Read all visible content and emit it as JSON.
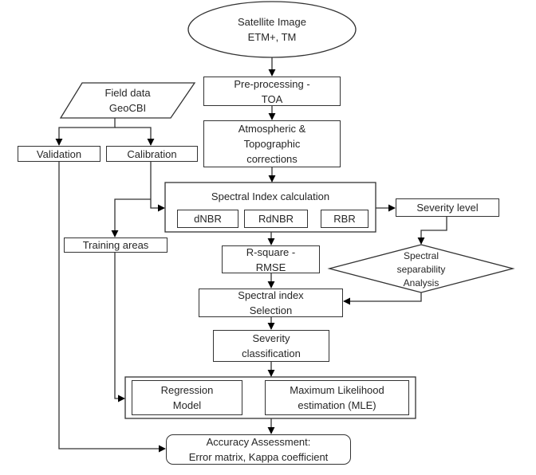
{
  "diagram": {
    "type": "flowchart",
    "nodes": {
      "satellite": {
        "label": "Satellite Image\nETM+, TM",
        "shape": "ellipse"
      },
      "preprocessing": {
        "label": "Pre-processing -\nTOA",
        "shape": "rectangle"
      },
      "corrections": {
        "label": "Atmospheric &\nTopographic\ncorrections",
        "shape": "rectangle"
      },
      "field_data": {
        "label": "Field data\nGeoCBI",
        "shape": "parallelogram"
      },
      "validation": {
        "label": "Validation",
        "shape": "rectangle"
      },
      "calibration": {
        "label": "Calibration",
        "shape": "rectangle"
      },
      "spectral_index_calc": {
        "label": "Spectral Index calculation",
        "shape": "rectangle",
        "children": [
          {
            "label": "dNBR"
          },
          {
            "label": "RdNBR"
          },
          {
            "label": "RBR"
          }
        ]
      },
      "severity_level": {
        "label": "Severity level",
        "shape": "rectangle"
      },
      "training_areas": {
        "label": "Training areas",
        "shape": "rectangle"
      },
      "rsquare": {
        "label": "R-square -\nRMSE",
        "shape": "rectangle"
      },
      "separability": {
        "label": "Spectral\nseparability\nAnalysis",
        "shape": "diamond"
      },
      "index_selection": {
        "label": "Spectral index\nSelection",
        "shape": "rectangle"
      },
      "severity_class": {
        "label": "Severity\nclassification",
        "shape": "rectangle"
      },
      "regression": {
        "label": "Regression\nModel",
        "shape": "rectangle"
      },
      "mle": {
        "label": "Maximum Likelihood\nestimation (MLE)",
        "shape": "rectangle"
      },
      "accuracy": {
        "label": "Accuracy Assessment:\nError matrix, Kappa coefficient",
        "shape": "rounded-rectangle"
      }
    },
    "edges": [
      {
        "from": "satellite",
        "to": "preprocessing"
      },
      {
        "from": "preprocessing",
        "to": "corrections"
      },
      {
        "from": "corrections",
        "to": "spectral_index_calc"
      },
      {
        "from": "field_data",
        "to": "validation"
      },
      {
        "from": "field_data",
        "to": "calibration"
      },
      {
        "from": "calibration",
        "to": "spectral_index_calc"
      },
      {
        "from": "calibration",
        "to": "training_areas"
      },
      {
        "from": "spectral_index_calc",
        "to": "severity_level"
      },
      {
        "from": "spectral_index_calc",
        "to": "rsquare"
      },
      {
        "from": "severity_level",
        "to": "separability"
      },
      {
        "from": "separability",
        "to": "index_selection"
      },
      {
        "from": "rsquare",
        "to": "index_selection"
      },
      {
        "from": "index_selection",
        "to": "severity_class"
      },
      {
        "from": "severity_class",
        "to": "models"
      },
      {
        "from": "training_areas",
        "to": "models"
      },
      {
        "from": "models",
        "to": "accuracy"
      },
      {
        "from": "validation",
        "to": "accuracy"
      }
    ]
  }
}
